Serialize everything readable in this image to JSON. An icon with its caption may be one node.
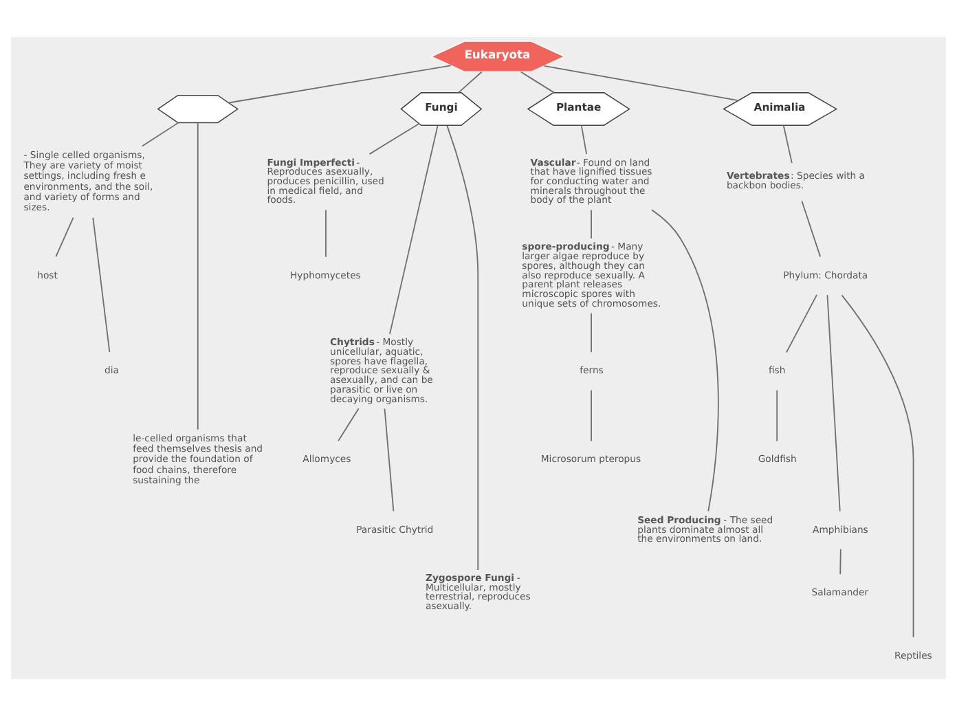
{
  "diagram": {
    "nodes": [
      {
        "text": [
          "Eukaryota"
        ]
      },
      {
        "text": [],
        "shape": "hexagon"
      },
      {
        "text": [
          "- Single celled organisms, They are variety of moist settings, including fresh e environments, and the soil, and variety of forms and sizes."
        ]
      },
      {
        "text": [
          "host"
        ]
      },
      {
        "text": [
          "dia"
        ]
      },
      {
        "text": [
          "le-celled organisms that feed themselves thesis and provide the foundation of food chains, therefore sustaining the"
        ]
      },
      {
        "text": [
          "Fungi"
        ]
      },
      {
        "text": [
          "**Fungi Imperfecti**- Reproduces asexually, produces penicillin, used in medical field, and foods."
        ]
      },
      {
        "text": [
          "Hyphomycetes"
        ]
      },
      {
        "text": [
          "**Chytrids**- Mostly unicellular, aquatic, spores have flagella, reproduce sexually & asexually, and can be parasitic or live on decaying organisms."
        ]
      },
      {
        "text": [
          "Allomyces"
        ]
      },
      {
        "text": [
          "Parasitic Chytrid"
        ]
      },
      {
        "text": [
          "**Zygospore Fungi**- Multicellular, mostly terrestrial, reproduces asexually."
        ]
      },
      {
        "text": [
          "Plantae"
        ]
      },
      {
        "text": [
          "**Vascular**- Found on land that have lignified tissues for conducting water and minerals throughout the body of the plant"
        ]
      },
      {
        "text": [
          "**spore-producing**- Many larger algae reproduce by spores, although they can also reproduce sexually. A parent plant releases microscopic spores with unique sets of chromosomes."
        ]
      },
      {
        "text": [
          "ferns"
        ]
      },
      {
        "text": [
          "Microsorum pteropus"
        ]
      },
      {
        "text": [
          "**Seed Producing**- The seed plants dominate almost all the environments on land."
        ]
      },
      {
        "text": [
          "Animalia"
        ]
      },
      {
        "text": [
          "**Vertebrates**: Species with a backbon bodies."
        ]
      },
      {
        "text": [
          "Phylum: Chordata"
        ]
      },
      {
        "text": [
          "fish"
        ]
      },
      {
        "text": [
          "Goldfish"
        ]
      },
      {
        "text": [
          "Amphibians"
        ]
      },
      {
        "text": [
          "Salamander"
        ]
      },
      {
        "text": [
          "Reptiles"
        ]
      }
    ],
    "edges": [
      {
        "from": 0,
        "to": 1,
        "arrow": "none"
      },
      {
        "from": 0,
        "to": 6,
        "arrow": "none"
      },
      {
        "from": 0,
        "to": 13,
        "arrow": "none"
      },
      {
        "from": 0,
        "to": 19,
        "arrow": "none"
      },
      {
        "from": 1,
        "to": 2,
        "arrow": "none"
      },
      {
        "from": 2,
        "to": 3,
        "arrow": "none"
      },
      {
        "from": 2,
        "to": 4,
        "arrow": "none"
      },
      {
        "from": 1,
        "to": 5,
        "arrow": "none"
      },
      {
        "from": 6,
        "to": 7,
        "arrow": "none"
      },
      {
        "from": 7,
        "to": 8,
        "arrow": "none"
      },
      {
        "from": 6,
        "to": 9,
        "arrow": "none"
      },
      {
        "from": 9,
        "to": 10,
        "arrow": "none"
      },
      {
        "from": 9,
        "to": 11,
        "arrow": "none"
      },
      {
        "from": 6,
        "to": 12,
        "arrow": "none"
      },
      {
        "from": 13,
        "to": 14,
        "arrow": "none"
      },
      {
        "from": 14,
        "to": 15,
        "arrow": "none"
      },
      {
        "from": 15,
        "to": 16,
        "arrow": "none"
      },
      {
        "from": 16,
        "to": 17,
        "arrow": "none"
      },
      {
        "from": 14,
        "to": 18,
        "arrow": "none"
      },
      {
        "from": 19,
        "to": 20,
        "arrow": "none"
      },
      {
        "from": 20,
        "to": 21,
        "arrow": "none"
      },
      {
        "from": 21,
        "to": 22,
        "arrow": "none"
      },
      {
        "from": 22,
        "to": 23,
        "arrow": "none"
      },
      {
        "from": 21,
        "to": 24,
        "arrow": "none"
      },
      {
        "from": 24,
        "to": 25,
        "arrow": "none"
      },
      {
        "from": 21,
        "to": 26,
        "arrow": "none"
      }
    ]
  }
}
